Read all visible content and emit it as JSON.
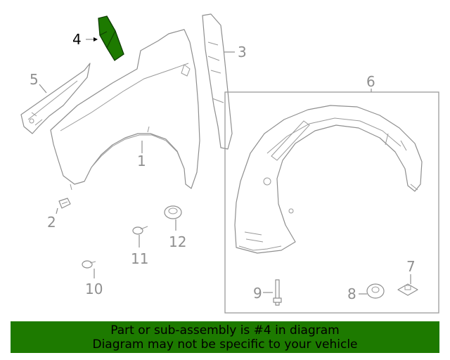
{
  "callouts": {
    "c1": "1",
    "c2": "2",
    "c3": "3",
    "c4": "4",
    "c5": "5",
    "c6": "6",
    "c7": "7",
    "c8": "8",
    "c9": "9",
    "c10": "10",
    "c11": "11",
    "c12": "12"
  },
  "highlight": {
    "part": "4",
    "color": "#1d7a00"
  },
  "banner": {
    "line1": "Part or sub-assembly is #4 in diagram",
    "line2": "Diagram may not be specific to your vehicle",
    "background": "#1d7a00"
  }
}
